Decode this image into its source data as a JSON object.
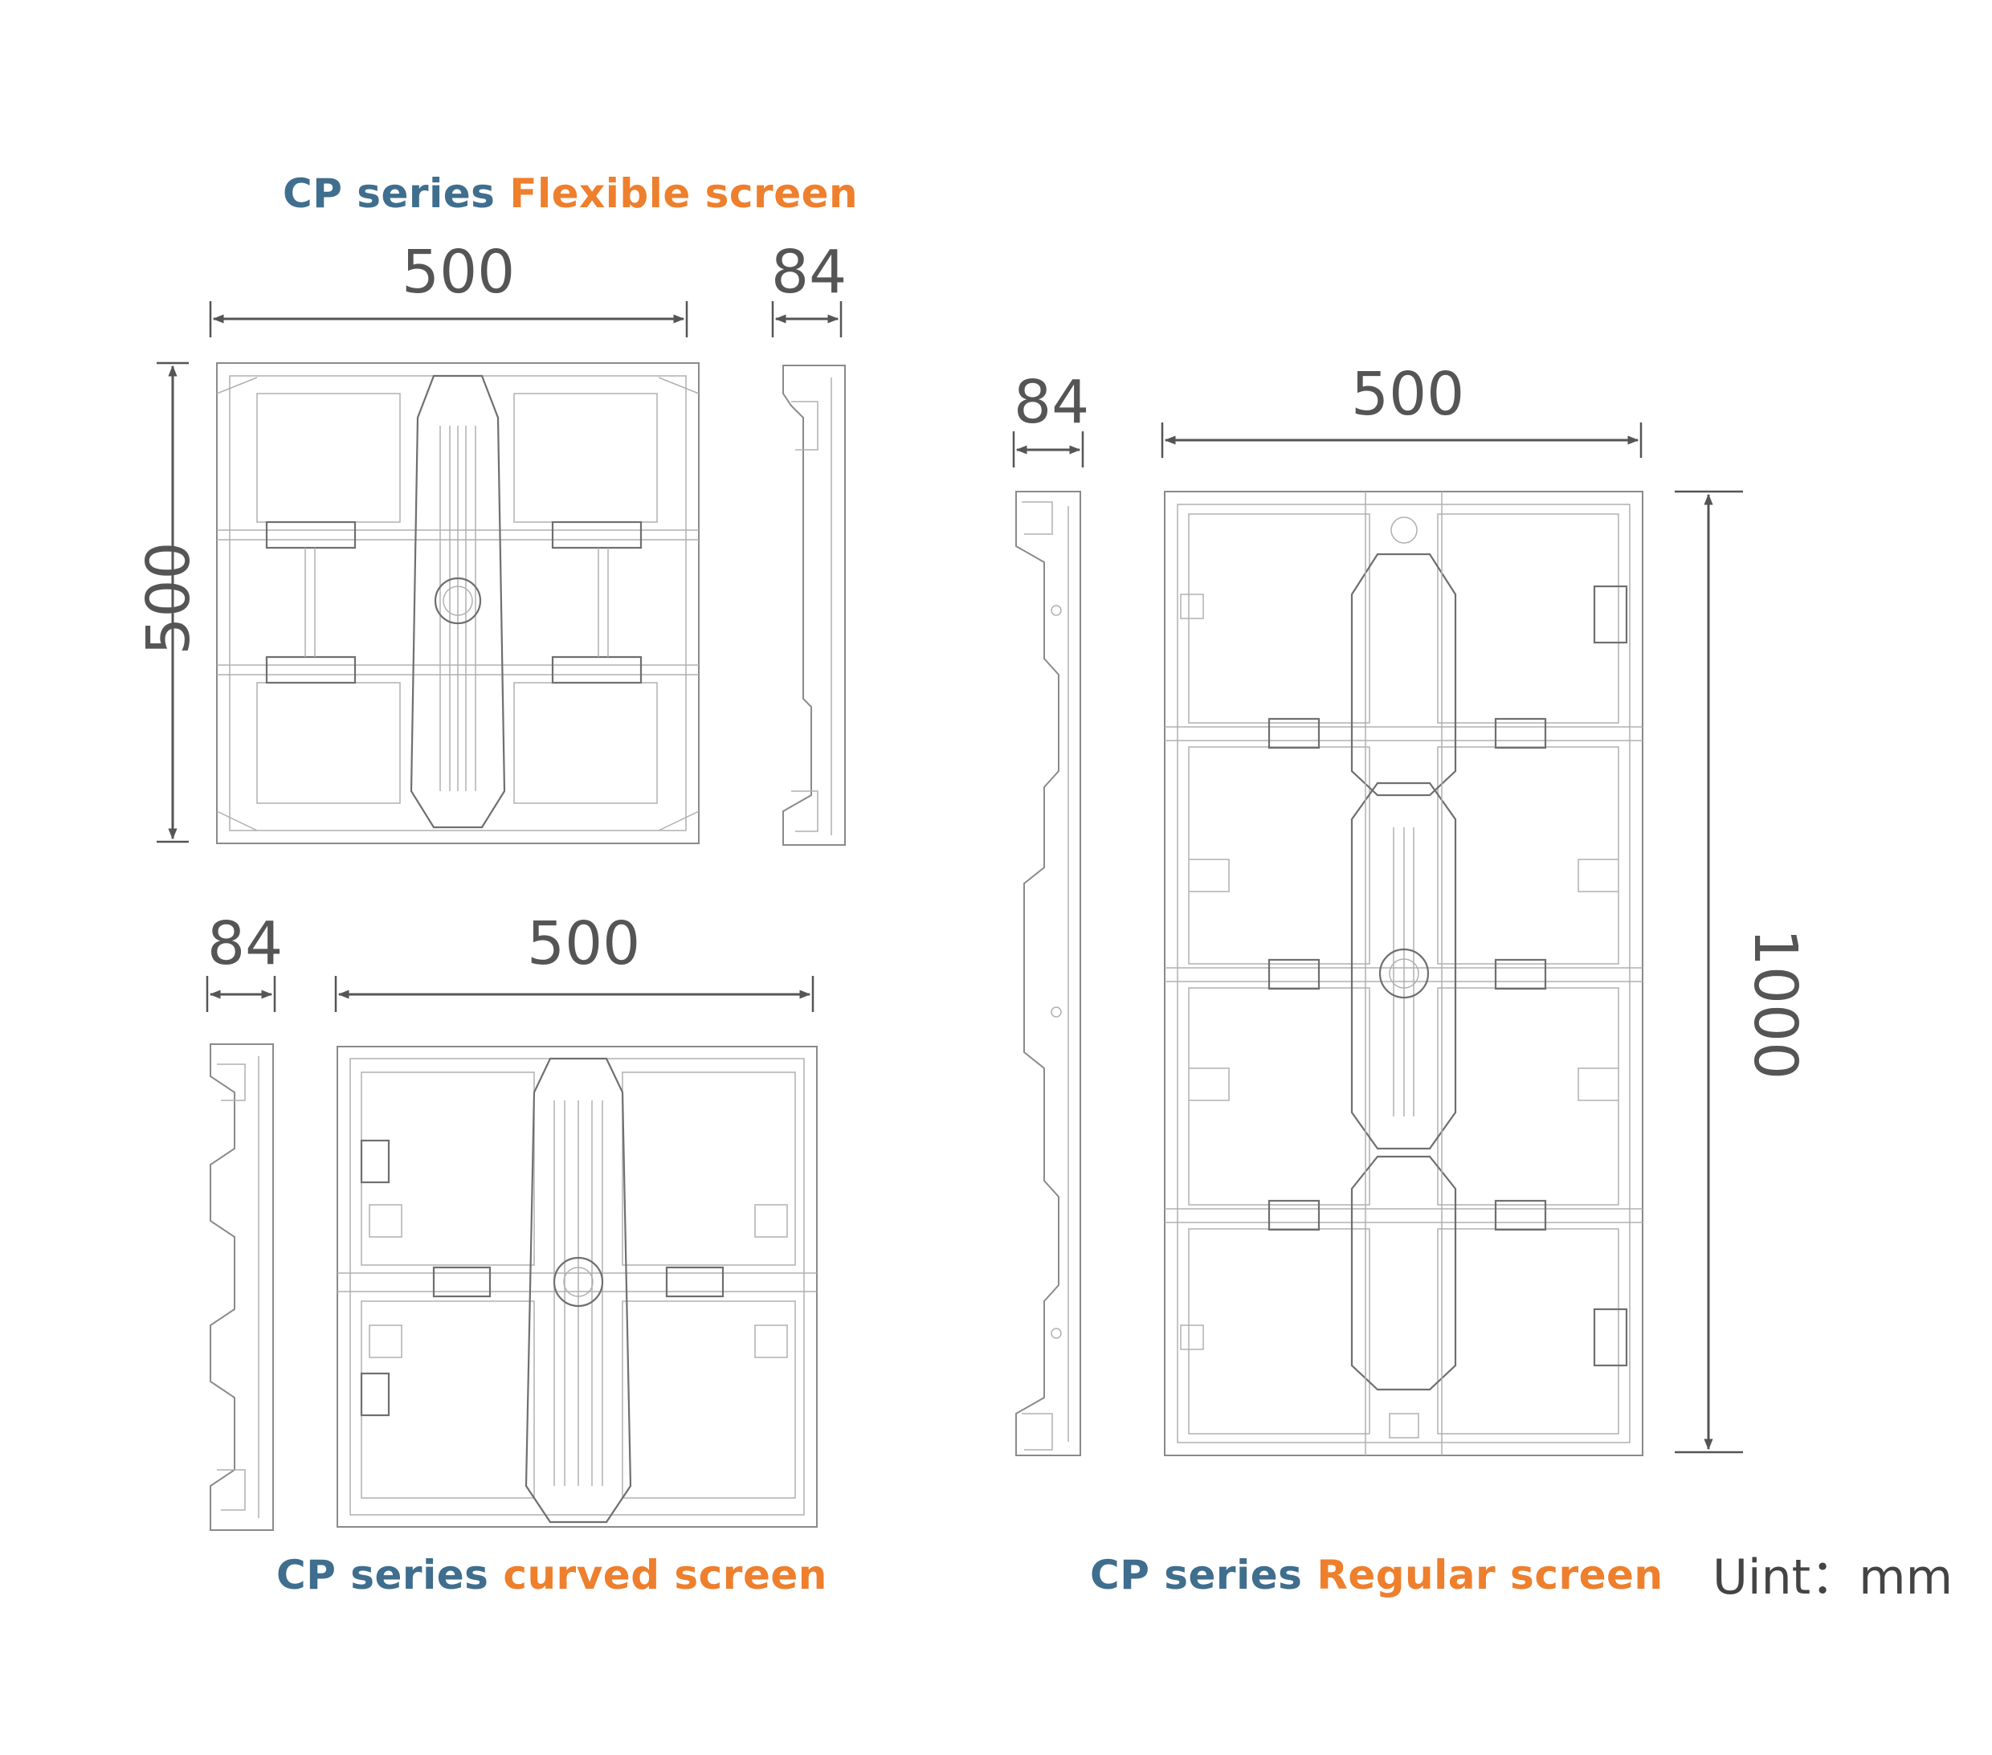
{
  "titles": {
    "flexible": {
      "prefix": "CP series",
      "suffix": "Flexible screen"
    },
    "curved": {
      "prefix": "CP series",
      "suffix": "curved screen"
    },
    "regular": {
      "prefix": "CP series",
      "suffix": "Regular screen"
    }
  },
  "dimensions": {
    "flexible_width": "500",
    "flexible_height": "500",
    "flexible_depth": "84",
    "curved_width": "500",
    "curved_depth": "84",
    "regular_width": "500",
    "regular_height": "1000",
    "regular_depth": "84"
  },
  "unit_label": "Uint：mm",
  "colors": {
    "series_blue": "#3f6e8e",
    "accent_orange": "#ee7f2d",
    "dimension_gray": "#555555"
  }
}
